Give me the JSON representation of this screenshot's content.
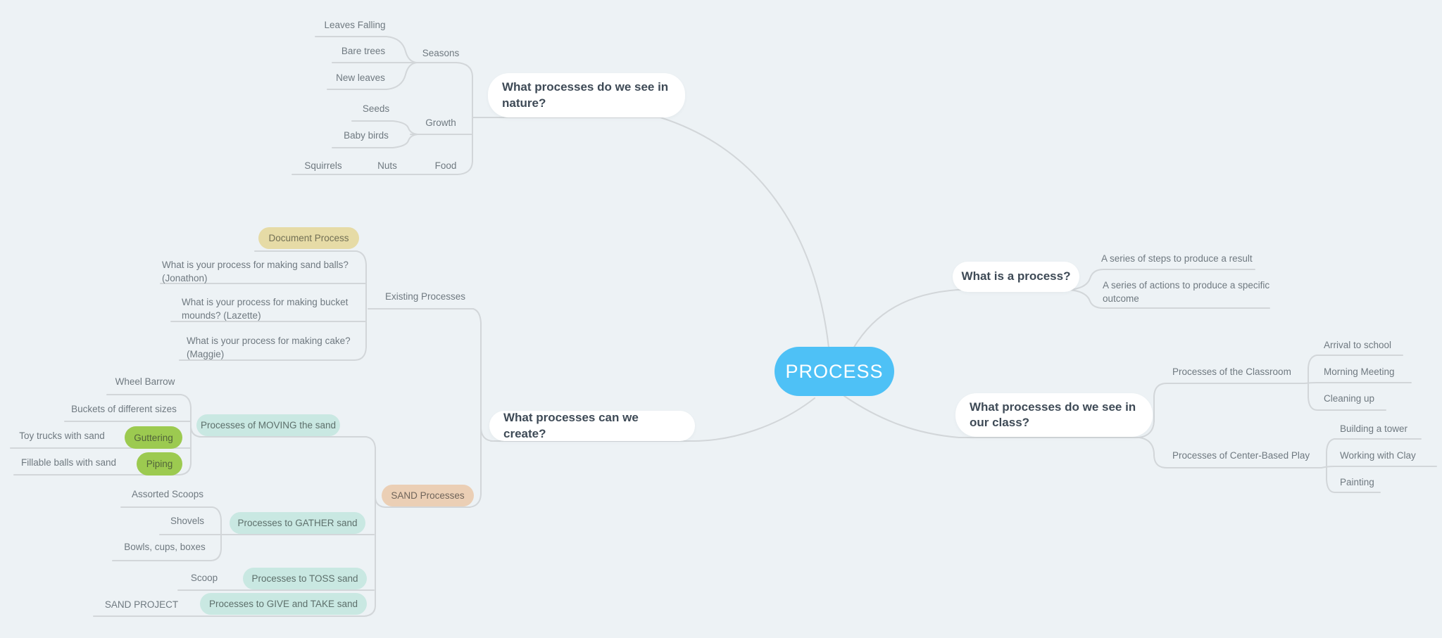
{
  "colors": {
    "bg": "#edf2f5",
    "line": "#d2d6d9",
    "text": "#6f7980",
    "qtext": "#3e4a56",
    "accent": "#4ec1f6",
    "teal": "#c9e8e2",
    "green": "#9cca50",
    "khaki": "#e6dba6",
    "tan": "#ebcfb5"
  },
  "map": {
    "root": {
      "label": "PROCESS"
    },
    "nature": {
      "question": "What processes do we see in nature?",
      "seasons": {
        "label": "Seasons",
        "leaves_falling": "Leaves Falling",
        "bare_trees": "Bare trees",
        "new_leaves": "New leaves"
      },
      "growth": {
        "label": "Growth",
        "seeds": "Seeds",
        "baby_birds": "Baby birds"
      },
      "food": {
        "label": "Food",
        "nuts": "Nuts",
        "squirrels": "Squirrels"
      }
    },
    "definition": {
      "question": "What is a process?",
      "steps": "A series of steps to produce a result",
      "actions": "A series of actions to produce a specific outcome"
    },
    "classroom": {
      "question": "What processes do we see in our class?",
      "of_classroom": {
        "label": "Processes of the Classroom",
        "arrival": "Arrival to school",
        "morning": "Morning Meeting",
        "cleaning": "Cleaning up"
      },
      "center_play": {
        "label": "Processes of Center-Based Play",
        "tower": "Building a tower",
        "clay": "Working with Clay",
        "painting": "Painting"
      }
    },
    "create": {
      "question": "What processes can we create?",
      "existing": {
        "label": "Existing Processes",
        "document": "Document Process",
        "sand_balls": "What is your process for making sand balls? (Jonathon)",
        "bucket_mounds": "What is your process for making bucket mounds? (Lazette)",
        "cake": "What is your process for making cake? (Maggie)"
      },
      "sand": {
        "label": "SAND Processes",
        "moving": {
          "label": "Processes of MOVING the sand",
          "wheel_barrow": "Wheel Barrow",
          "buckets": "Buckets of different sizes",
          "toy_trucks": "Toy trucks with sand",
          "guttering": "Guttering",
          "fillable_balls": "Fillable balls with sand",
          "piping": "Piping"
        },
        "gather": {
          "label": "Processes to GATHER sand",
          "scoops": "Assorted Scoops",
          "shovels": "Shovels",
          "bowls": "Bowls, cups, boxes"
        },
        "toss": {
          "label": "Processes to TOSS sand",
          "scoop": "Scoop"
        },
        "give_take": {
          "label": "Processes to GIVE and TAKE sand",
          "sand_project": "SAND PROJECT"
        }
      }
    }
  }
}
